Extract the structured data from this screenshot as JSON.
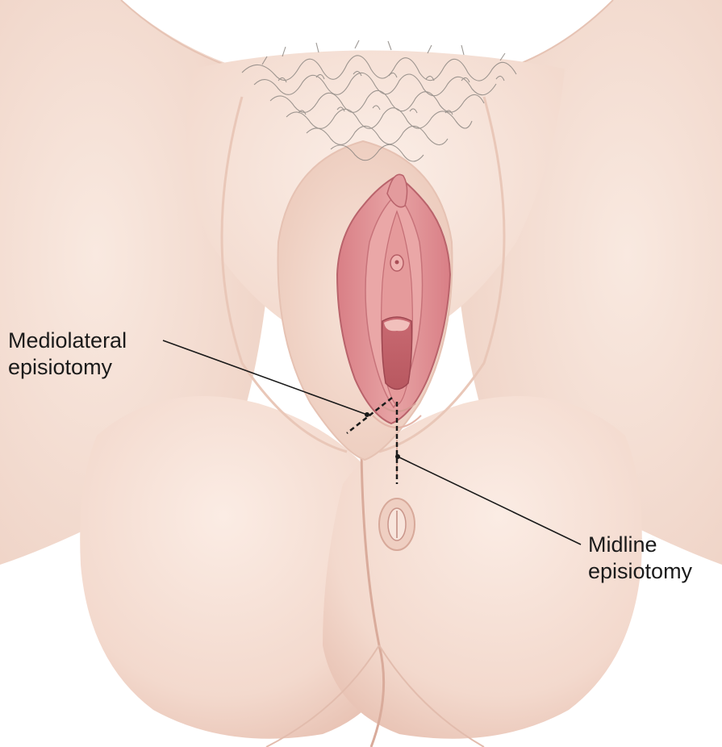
{
  "labels": {
    "mediolateral": {
      "line1": "Mediolateral",
      "line2": "episiotomy"
    },
    "midline": {
      "line1": "Midline",
      "line2": "episiotomy"
    }
  },
  "colors": {
    "background": "#ffffff",
    "skin_light": "#f7e3d9",
    "skin_mid": "#efd0c2",
    "skin_shadow": "#e2b7a6",
    "mucosa": "#d9868a",
    "mucosa_dark": "#a94d55",
    "mucosa_light": "#e8a3a2",
    "hair": "#8a8580",
    "leader_line": "#1a1a1a"
  }
}
